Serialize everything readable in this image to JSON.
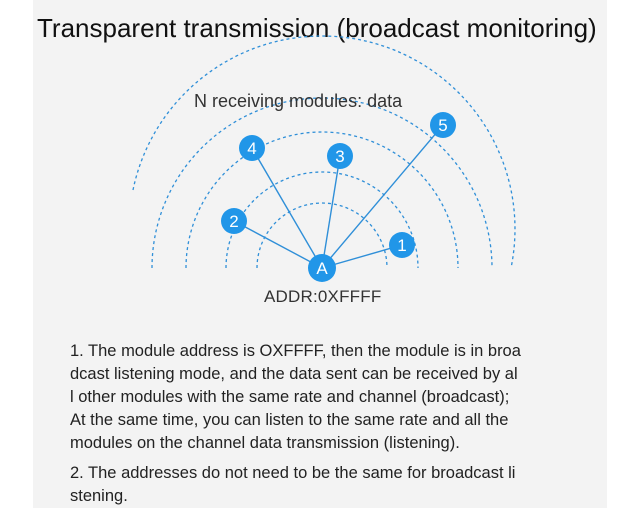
{
  "title": "Transparent transmission (broadcast monitoring)",
  "diagram": {
    "receiver_label": "N receiving modules: data",
    "sender": "A",
    "address_label": "ADDR:0XFFFF",
    "nodes": [
      "1",
      "2",
      "3",
      "4",
      "5"
    ],
    "colors": {
      "node": "#2196e8",
      "arc": "#2f8fd8",
      "line": "#2f8fd8"
    }
  },
  "text": {
    "item1": "1. The module address is OXFFFF, then the module is in broa\ndcast listening mode, and the data sent can be received by al\nl other modules with the same rate and channel (broadcast);\nAt the same time, you can listen to the same rate and all the\nmodules on the channel data transmission (listening).",
    "item2": "2. The addresses do not need to be the same for broadcast li\nstening."
  }
}
